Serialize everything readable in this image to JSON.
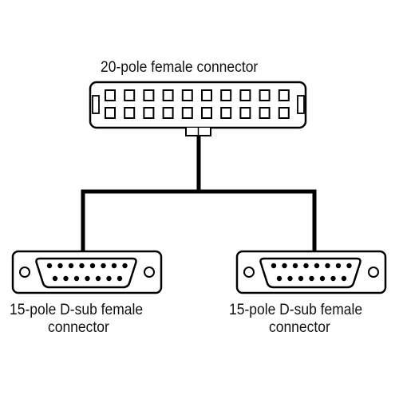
{
  "labels": {
    "top_connector": "20-pole female connector",
    "left_connector_line1": "15-pole D-sub female",
    "left_connector_line2": "connector",
    "right_connector_line1": "15-pole D-sub female",
    "right_connector_line2": "connector"
  },
  "colors": {
    "stroke": "#000000",
    "background": "#ffffff"
  }
}
